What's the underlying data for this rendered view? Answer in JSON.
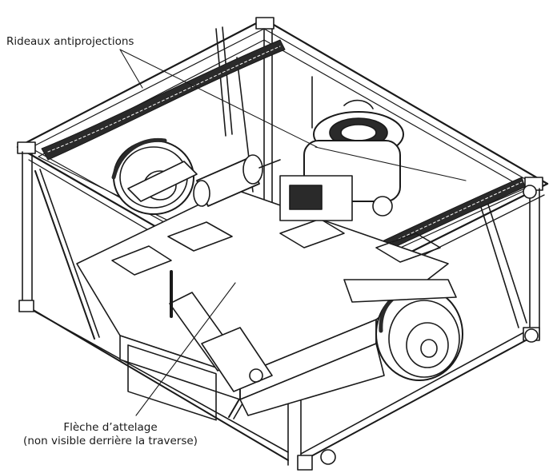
{
  "labels": {
    "curtains": "Rideaux antiprojections",
    "hitch_line1": "Flèche d’attelage",
    "hitch_line2": "(non visible derrière la traverse)"
  },
  "colors": {
    "ink": "#1a1a1a",
    "background": "#ffffff",
    "curtain_fill": "#2a2a2a"
  }
}
